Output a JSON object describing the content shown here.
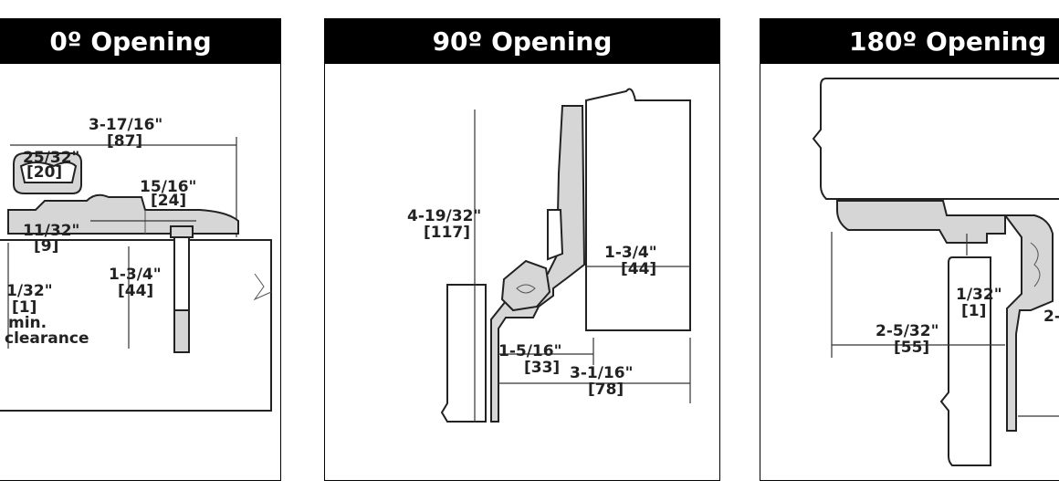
{
  "panels": [
    {
      "title": "0º Opening",
      "labels": {
        "overall": "3-17/16\"",
        "overall_mm": "[87]",
        "cap": "25/32\"",
        "cap_mm": "[20]",
        "leaf": "15/16\"",
        "leaf_mm": "[24]",
        "gap": "11/32\"",
        "gap_mm": "[9]",
        "door": "1-3/4\"",
        "door_mm": "[44]",
        "clearance": "1/32\"",
        "clearance_mm": "[1]",
        "clearance_note1": "min.",
        "clearance_note2": "clearance"
      }
    },
    {
      "title": "90º Opening",
      "labels": {
        "height": "4-19/32\"",
        "height_mm": "[117]",
        "door": "1-3/4\"",
        "door_mm": "[44]",
        "offset": "1-5/16\"",
        "offset_mm": "[33]",
        "overall": "3-1/16\"",
        "overall_mm": "[78]"
      }
    },
    {
      "title": "180º Opening",
      "labels": {
        "clearance": "1/32\"",
        "clearance_mm": "[1]",
        "width": "2-5/32\"",
        "width_mm": "[55]",
        "partial": "2-"
      }
    }
  ]
}
